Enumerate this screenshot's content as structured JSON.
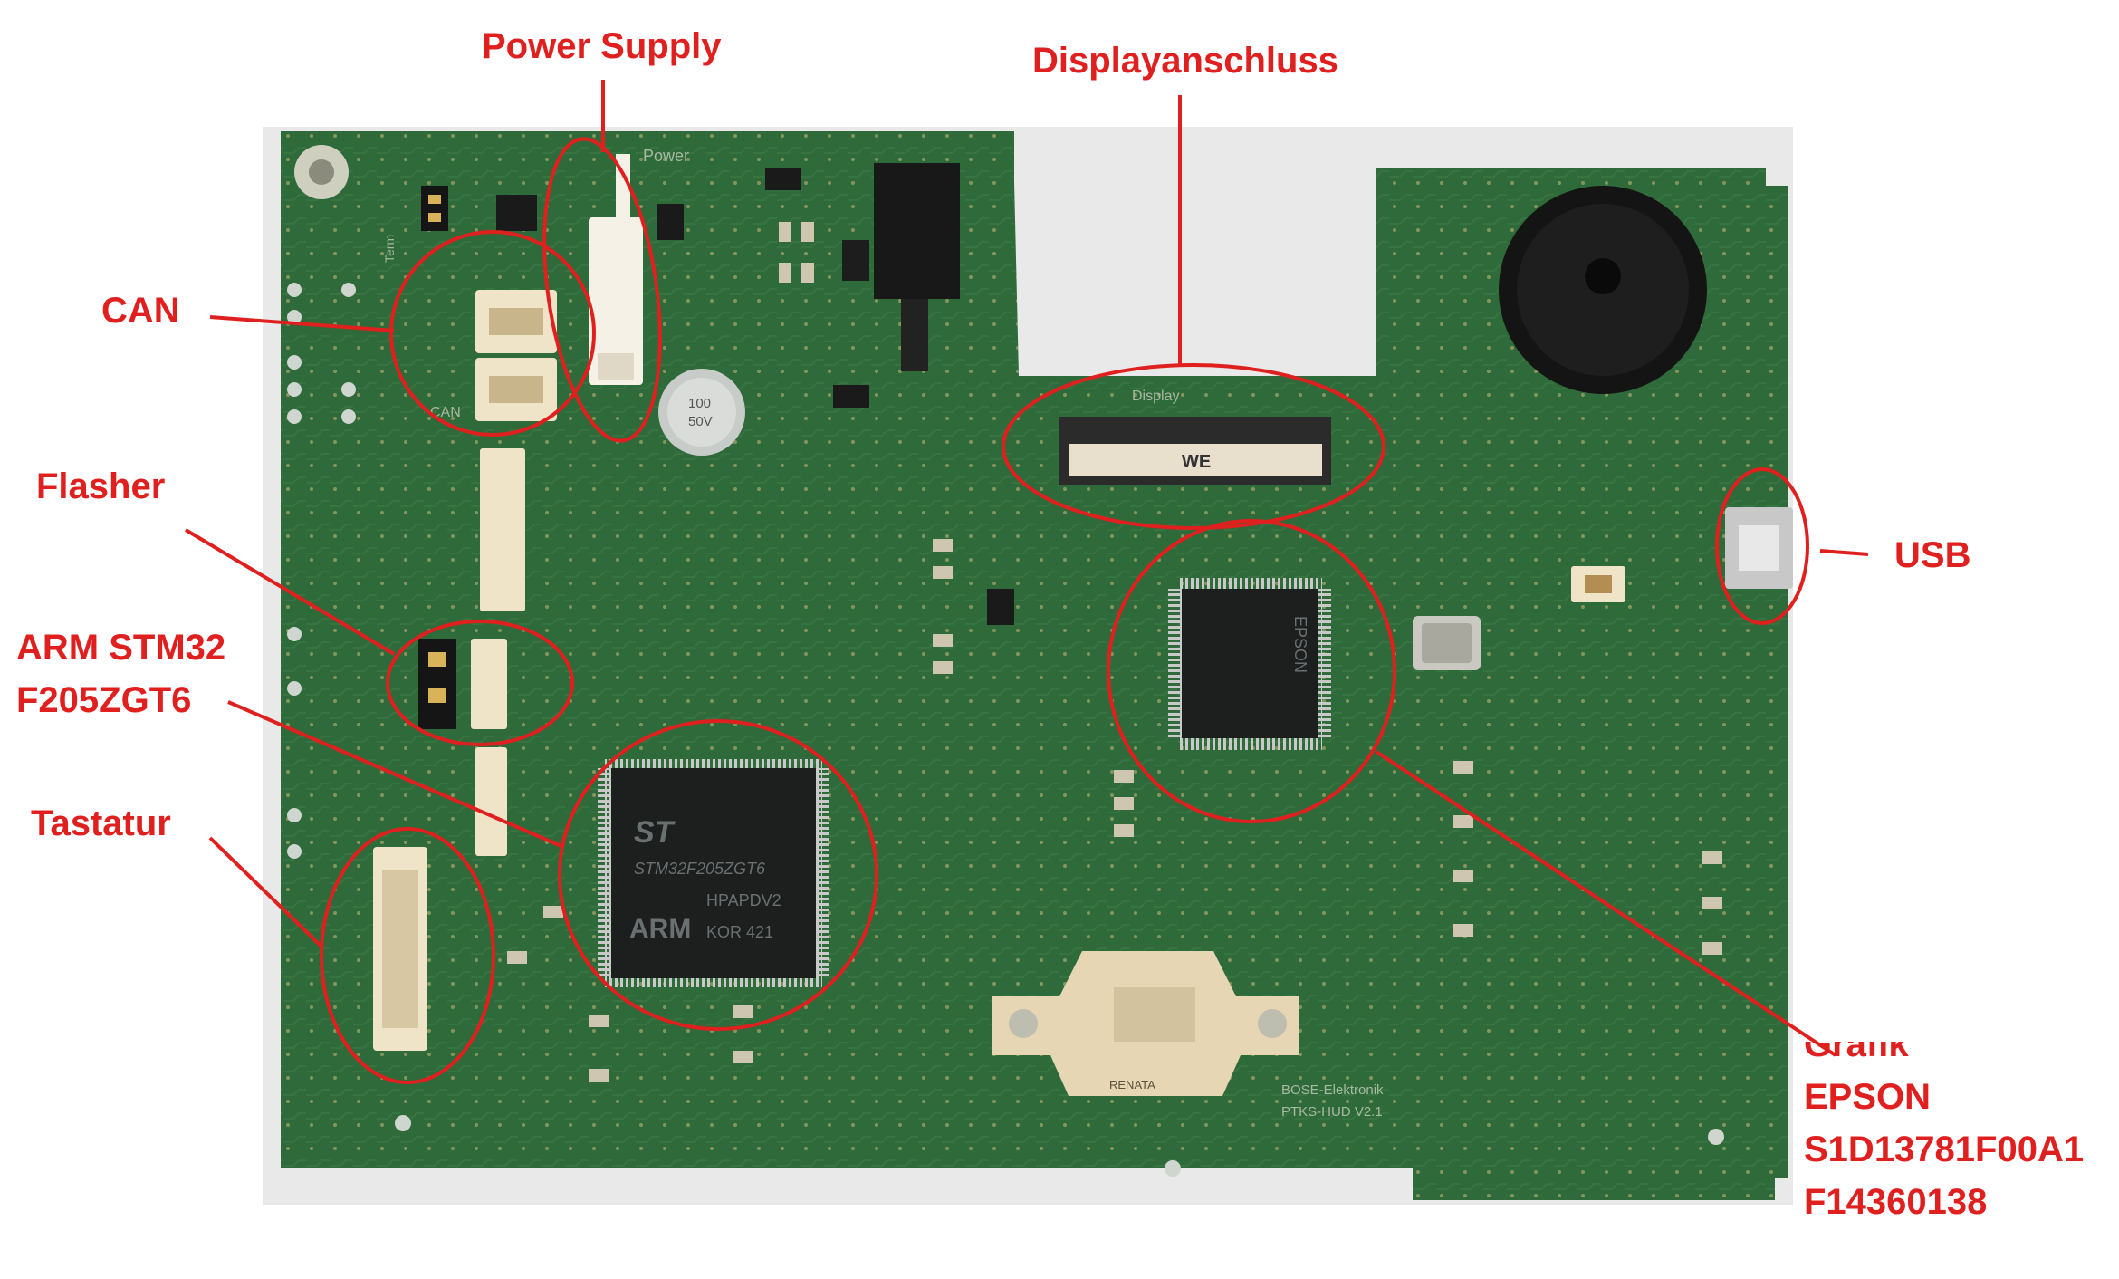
{
  "annotations": {
    "power_supply": "Power Supply",
    "displayanschluss": "Displayanschluss",
    "can": "CAN",
    "flasher": "Flasher",
    "arm_line1": "ARM STM32",
    "arm_line2": "F205ZGT6",
    "tastatur": "Tastatur",
    "usb": "USB",
    "grafik_line1": "Grafik",
    "grafik_line2": "EPSON",
    "grafik_line3": "S1D13781F00A1",
    "grafik_line4": "F14360138"
  },
  "board_print": {
    "power": "Power",
    "can": "CAN",
    "term": "Term",
    "display": "Display",
    "mcu_line1": "STM32F205ZGT6",
    "mcu_line2": "HPAPDV2",
    "mcu_brand": "ARM",
    "mcu_line3": "KOR 421",
    "gpu_brand": "EPSON",
    "cap_line1": "100",
    "cap_line2": "50V",
    "fpc_brand": "WE",
    "silk_line1": "BOSE-Elektronik",
    "silk_line2": "PTKS-HUD V2.1",
    "battery_brand": "RENATA"
  },
  "colors": {
    "annotation": "#e0201f",
    "pcb": "#2f6a3a",
    "pcb_dark": "#24552d",
    "connector": "#efe3c8",
    "chip": "#1d1f1f"
  }
}
